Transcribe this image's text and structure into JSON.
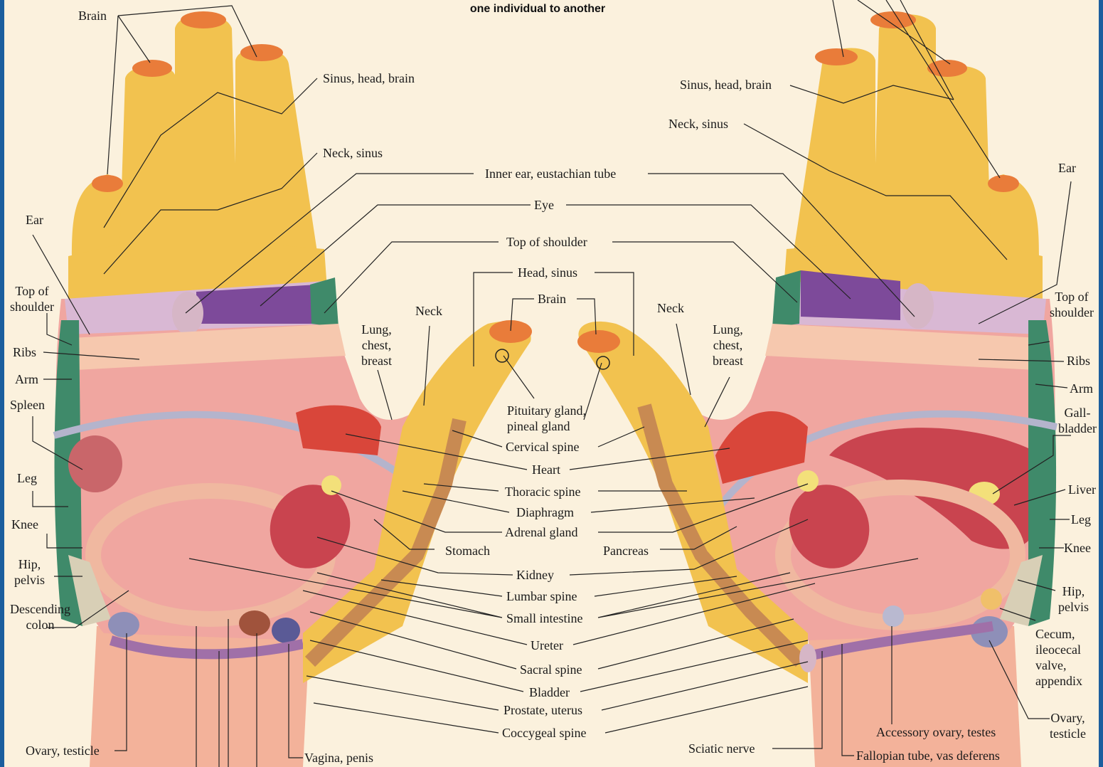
{
  "title": "one individual to another",
  "left": {
    "brain": "Brain",
    "sinus_head_brain": "Sinus, head, brain",
    "neck_sinus": "Neck, sinus",
    "ear": "Ear",
    "top_of_shoulder": "Top of\nshoulder",
    "ribs": "Ribs",
    "arm": "Arm",
    "spleen": "Spleen",
    "leg": "Leg",
    "knee": "Knee",
    "hip_pelvis": "Hip,\npelvis",
    "descending_colon": "Descending\ncolon",
    "ovary_testicle": "Ovary, testicle",
    "vagina_penis": "Vagina, penis",
    "neck": "Neck",
    "lung_chest_breast": "Lung,\nchest,\nbreast",
    "stomach": "Stomach"
  },
  "center": {
    "inner_ear": "Inner ear, eustachian tube",
    "eye": "Eye",
    "top_of_shoulder": "Top of shoulder",
    "head_sinus": "Head, sinus",
    "brain": "Brain",
    "pituitary": "Pituitary gland,\npineal gland",
    "cervical_spine": "Cervical spine",
    "heart": "Heart",
    "thoracic_spine": "Thoracic spine",
    "diaphragm": "Diaphragm",
    "adrenal_gland": "Adrenal gland",
    "kidney": "Kidney",
    "lumbar_spine": "Lumbar spine",
    "small_intestine": "Small intestine",
    "ureter": "Ureter",
    "sacral_spine": "Sacral spine",
    "bladder": "Bladder",
    "prostate_uterus": "Prostate, uterus",
    "coccygeal_spine": "Coccygeal spine"
  },
  "right": {
    "sinus_head_brain": "Sinus, head, brain",
    "neck_sinus": "Neck, sinus",
    "ear": "Ear",
    "top_of_shoulder": "Top of\nshoulder",
    "ribs": "Ribs",
    "arm": "Arm",
    "gallbladder": "Gall-\nbladder",
    "liver": "Liver",
    "leg": "Leg",
    "knee": "Knee",
    "hip_pelvis": "Hip,\npelvis",
    "cecum": "Cecum,\nileocecal\nvalve,\nappendix",
    "ovary_testicle": "Ovary,\ntesticle",
    "accessory_ovary": "Accessory ovary, testes",
    "fallopian_tube": "Fallopian tube, vas deferens",
    "sciatic_nerve": "Sciatic nerve",
    "neck": "Neck",
    "lung_chest_breast": "Lung,\nchest,\nbreast",
    "pancreas": "Pancreas"
  },
  "colors": {
    "background": "#fbf1dd",
    "border": "#1b5e9e",
    "fingers": "#f2c24f",
    "nail": "#e97c3a",
    "purple": "#7d4a9a",
    "green": "#3f8a6a",
    "pink": "#f0a6a0",
    "red": "#d9463a",
    "liver": "#c9444f"
  }
}
